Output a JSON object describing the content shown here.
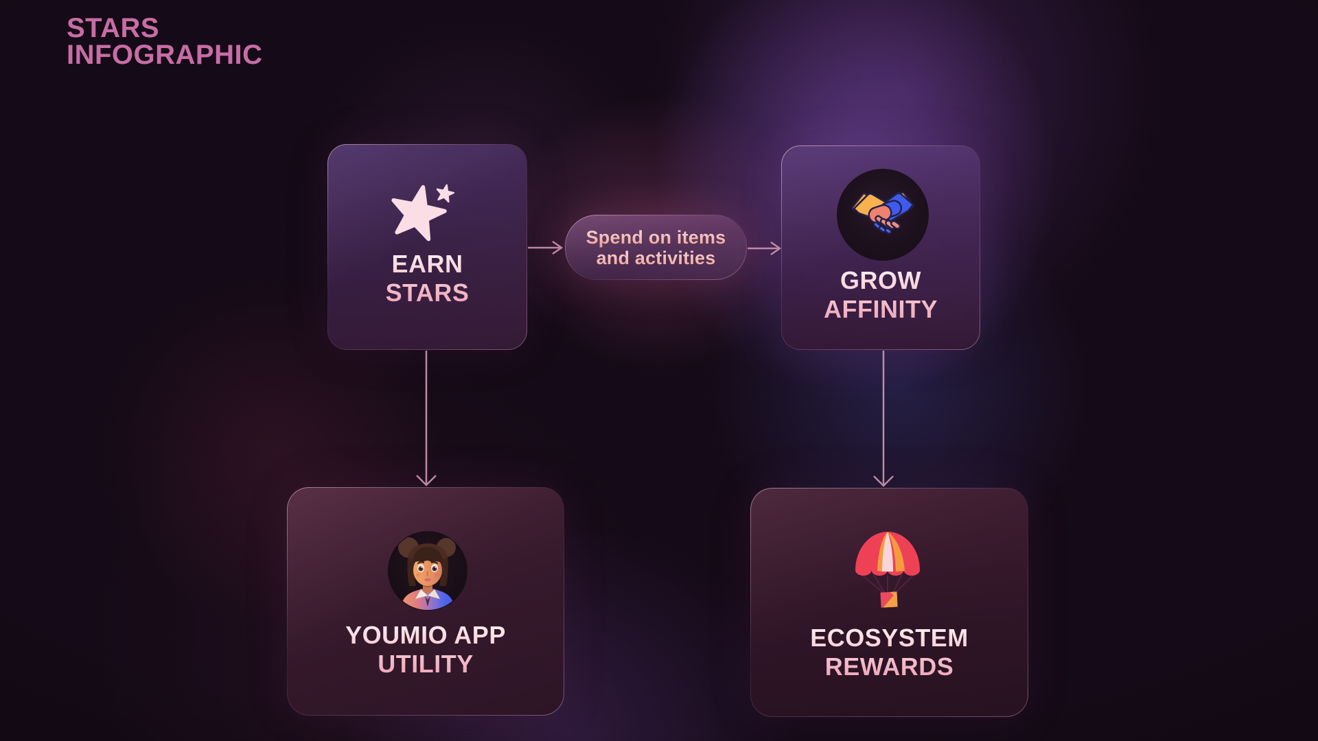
{
  "title": {
    "line1": "STARS",
    "line2": "INFOGRAPHIC"
  },
  "nodes": {
    "earn_stars": {
      "line1": "EARN",
      "line2": "STARS",
      "icon": "star-icon"
    },
    "grow_affinity": {
      "line1": "GROW",
      "line2": "AFFINITY",
      "icon": "handshake-icon"
    },
    "youmio_app_utility": {
      "line1": "YOUMIO APP",
      "line2": "UTILITY",
      "icon": "girl-avatar-icon"
    },
    "ecosystem_rewards": {
      "line1": "ECOSYSTEM",
      "line2": "REWARDS",
      "icon": "parachute-airdrop-icon"
    }
  },
  "connector": {
    "line1": "Spend on items",
    "line2": "and activities"
  },
  "flow": [
    "earn_stars -> grow_affinity (via: Spend on items and activities)",
    "earn_stars -> youmio_app_utility",
    "grow_affinity -> ecosystem_rewards"
  ],
  "colors": {
    "background_base": "#150a17",
    "title_pink": "#c76da5",
    "label_gradient_top": "#fdf1f3",
    "label_gradient_bottom": "#eda2b6",
    "pill_text_top": "#f7dbe0",
    "pill_text_bottom": "#ee9b90",
    "arrow": "#cf9ab2",
    "star": "#fbdde6",
    "handshake_blue": "#3e5bee",
    "handshake_salmon": "#ee8170",
    "sleeve_orange": "#f7a23c",
    "canopy_red": "#ef4156",
    "canopy_orange": "#f49b3e",
    "canopy_white": "#f8d6d8",
    "glow_purple": "#8254c0"
  }
}
